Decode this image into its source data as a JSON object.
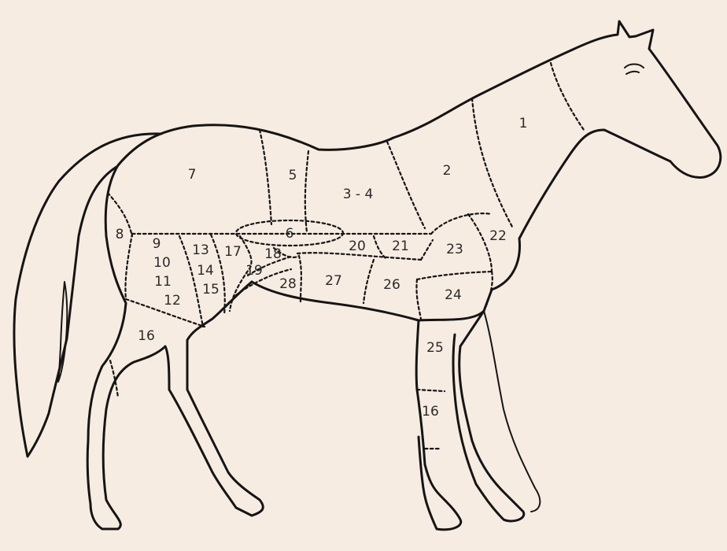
{
  "colors": {
    "background": "#f6ece1",
    "line": "#151515",
    "label": "#2a2a2a"
  },
  "regions": [
    {
      "id": "r1",
      "label": "1"
    },
    {
      "id": "r2",
      "label": "2"
    },
    {
      "id": "r34",
      "label": "3 - 4"
    },
    {
      "id": "r5",
      "label": "5"
    },
    {
      "id": "r6",
      "label": "6"
    },
    {
      "id": "r7",
      "label": "7"
    },
    {
      "id": "r8",
      "label": "8"
    },
    {
      "id": "r9",
      "label": "9"
    },
    {
      "id": "r10",
      "label": "10"
    },
    {
      "id": "r11",
      "label": "11"
    },
    {
      "id": "r12",
      "label": "12"
    },
    {
      "id": "r13",
      "label": "13"
    },
    {
      "id": "r14",
      "label": "14"
    },
    {
      "id": "r15",
      "label": "15"
    },
    {
      "id": "r16a",
      "label": "16"
    },
    {
      "id": "r16b",
      "label": "16"
    },
    {
      "id": "r17",
      "label": "17"
    },
    {
      "id": "r18",
      "label": "18"
    },
    {
      "id": "r19",
      "label": "19"
    },
    {
      "id": "r20",
      "label": "20"
    },
    {
      "id": "r21",
      "label": "21"
    },
    {
      "id": "r22",
      "label": "22"
    },
    {
      "id": "r23",
      "label": "23"
    },
    {
      "id": "r24",
      "label": "24"
    },
    {
      "id": "r25",
      "label": "25"
    },
    {
      "id": "r26",
      "label": "26"
    },
    {
      "id": "r27",
      "label": "27"
    },
    {
      "id": "r28",
      "label": "28"
    }
  ]
}
